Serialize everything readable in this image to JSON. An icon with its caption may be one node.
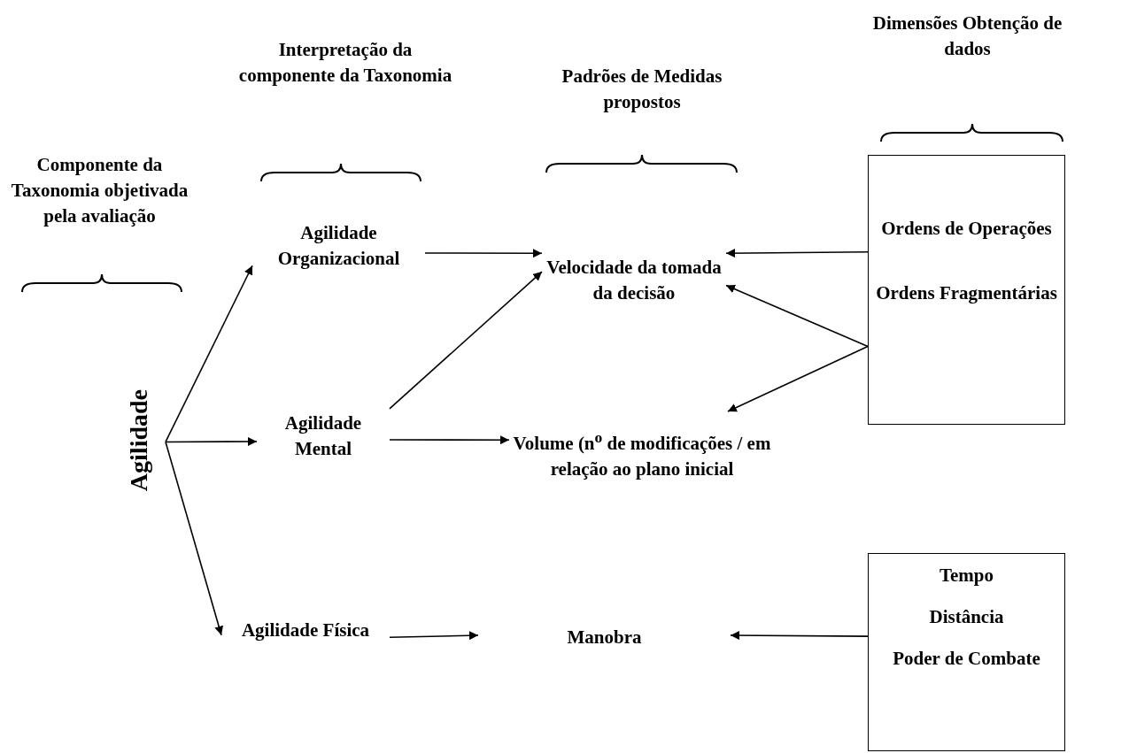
{
  "diagram": {
    "nodes": [
      {
        "text": [
          "Agilidade"
        ]
      },
      {
        "text": [
          "Agilidade Organizacional"
        ]
      },
      {
        "text": [
          "Agilidade Mental"
        ]
      },
      {
        "text": [
          "Agilidade Física"
        ]
      },
      {
        "text": [
          "Velocidade da tomada da decisão"
        ]
      },
      {
        "text": [
          "Volume (n$^{o}$ de modificações / em relação ao plano inicial"
        ]
      },
      {
        "text": [
          "Manobra"
        ]
      },
      {
        "text": [
          "Ordens de Operações",
          "Ordens Fragmentárias"
        ]
      },
      {
        "text": [
          "Tempo",
          "Distância",
          "Poder de Combate"
        ]
      }
    ],
    "edges": [
      {
        "from": 0,
        "to": 1,
        "arrow": "to"
      },
      {
        "from": 0,
        "to": 2,
        "arrow": "to"
      },
      {
        "from": 0,
        "to": 3,
        "arrow": "to"
      },
      {
        "from": 1,
        "to": 4,
        "arrow": "to"
      },
      {
        "from": 2,
        "to": 4,
        "arrow": "to"
      },
      {
        "from": 2,
        "to": 5,
        "arrow": "to"
      },
      {
        "from": 3,
        "to": 6,
        "arrow": "to"
      },
      {
        "from": 7,
        "to": 4,
        "arrow": "to"
      },
      {
        "from": 7,
        "to": 4,
        "arrow": "to"
      },
      {
        "from": 7,
        "to": 5,
        "arrow": "to"
      },
      {
        "from": 8,
        "to": 6,
        "arrow": "to"
      }
    ],
    "labels": [
      "Dimensões Obtenção de dados",
      "Interpretação da componente da Taxonomia",
      "Padrões de Medidas propostos",
      "Componente da Taxonomia objetivada pela avaliação"
    ]
  }
}
